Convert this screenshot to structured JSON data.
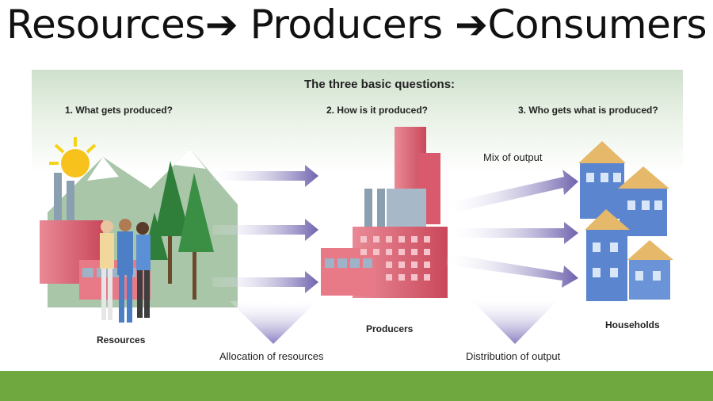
{
  "slide": {
    "title": "Resources➔ Producers ➔Consumers"
  },
  "diagram": {
    "heading": "The three basic questions:",
    "questions": [
      "1. What gets produced?",
      "2. How is it produced?",
      "3. Who gets what is produced?"
    ],
    "nodes": {
      "resources": "Resources",
      "producers": "Producers",
      "households": "Households"
    },
    "flow_labels": {
      "allocation": "Allocation of resources",
      "mix": "Mix of output",
      "distribution": "Distribution of output"
    },
    "colors": {
      "arrow": "#7a6fb3",
      "building": "#e0697a",
      "house": "#5b86cf",
      "roof": "#e6b86a",
      "footer_bar": "#6fa83f"
    }
  }
}
